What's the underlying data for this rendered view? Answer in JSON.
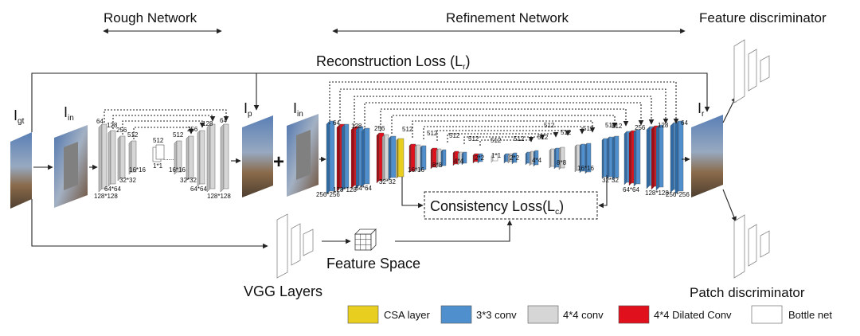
{
  "headings": {
    "rough": "Rough Network",
    "refinement": "Refinement Network",
    "feature_disc": "Feature discriminator",
    "patch_disc": "Patch discriminator"
  },
  "losses": {
    "reconstruction": "Reconstruction Loss (L",
    "reconstruction_sub": "r",
    "consistency": "Consistency Loss(L",
    "consistency_sub": "c"
  },
  "image_labels": {
    "gt": "I",
    "gt_sub": "gt",
    "in1": "I",
    "in1_sub": "in",
    "p": "I",
    "p_sub": "p",
    "in2": "I",
    "in2_sub": "in",
    "r": "I",
    "r_sub": "r"
  },
  "vgg": "VGG Layers",
  "feature_space": "Feature Space",
  "plus": "+",
  "rough_dims": {
    "c64a": "64",
    "c128a": "128",
    "c256a": "256",
    "c512a": "512",
    "c512b": "512",
    "c512c": "512",
    "c256b": "256",
    "c128b": "128",
    "c64b": "64",
    "s128a": "128*128",
    "s64a": "64*64",
    "s32a": "32*32",
    "s16a": "16*16",
    "s1": "1*1",
    "s16b": "16*16",
    "s32b": "32*32",
    "s64b": "64*64",
    "s128b": "128*128",
    "ellipsis": "......"
  },
  "refine_dims": {
    "c64a": "64",
    "c128a": "128",
    "c256a": "256",
    "c512_1": "512",
    "c512_2": "512",
    "c512_3": "512",
    "c512_4": "512",
    "c512_5": "512",
    "c512_6": "512",
    "c512_7": "512",
    "c512_8": "512",
    "c512_9": "512",
    "c512_10": "512",
    "c512_11": "512",
    "c512_12": "512",
    "c256b": "256",
    "c128b": "128",
    "c64b": "64",
    "s256a": "256*256",
    "s128a": "128*128",
    "s64a": "64*64",
    "s32a": "32*32",
    "s16a": "16*16",
    "s8a": "8*8",
    "s4a": "4*4",
    "s2a": "2*2",
    "s1": "1*1",
    "s2b": "2*2",
    "s4b": "4*4",
    "s8b": "8*8",
    "s16b": "16*16",
    "s32b": "32*32",
    "s64b": "64*64",
    "s128b": "128*128",
    "s256b": "256*256"
  },
  "legend": {
    "csa": "CSA layer",
    "conv3": "3*3 conv",
    "conv4": "4*4 conv",
    "dilated": "4*4 Dilated Conv",
    "bottle": "Bottle net"
  },
  "colors": {
    "csa": "#e8cf1f",
    "conv3": "#4f8fce",
    "conv4": "#d6d6d6",
    "dilated": "#e0111c",
    "bottle": "#ffffff"
  }
}
